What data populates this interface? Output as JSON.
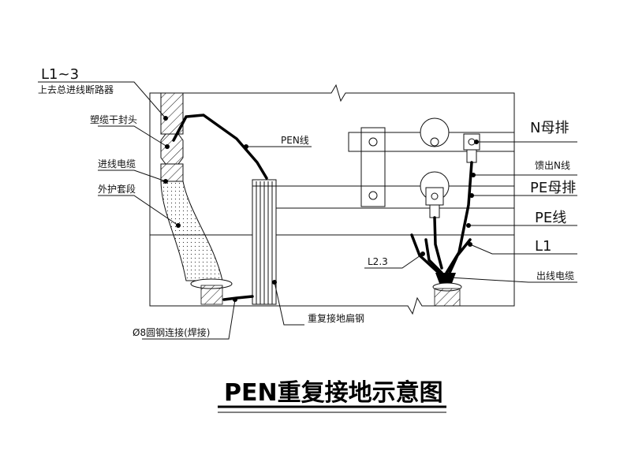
{
  "title": "PEN重复接地示意图",
  "labels": {
    "l1_3": "L1~3",
    "upper_breaker": "上去总进线断路器",
    "cable_head": "塑缆干封头",
    "incoming_cable": "进线电缆",
    "protective_sleeve": "外护套段",
    "pen_wire": "PEN线",
    "n_busbar": "N母排",
    "feed_n": "馈出N线",
    "pe_busbar": "PE母排",
    "pe_wire": "PE线",
    "l1": "L1",
    "l23": "L2.3",
    "outgoing_cable": "出线电缆",
    "round_steel": "Ø8圆钢连接(焊接)",
    "flat_steel": "重复接地扁钢"
  }
}
